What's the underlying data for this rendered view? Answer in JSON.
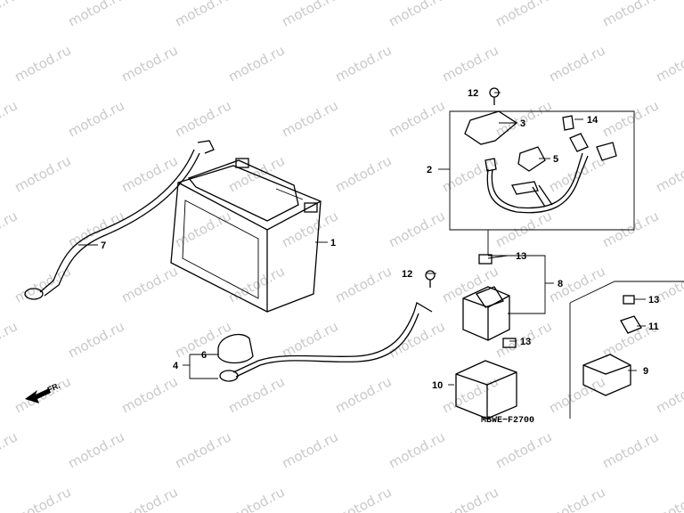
{
  "watermark": "motod.ru",
  "diagram_code": "MBWE−F2700",
  "front_marker": "FR.",
  "callouts": {
    "c1": "1",
    "c2": "2",
    "c3": "3",
    "c4": "4",
    "c5": "5",
    "c6": "6",
    "c7": "7",
    "c8": "8",
    "c9": "9",
    "c10": "10",
    "c11": "11",
    "c12a": "12",
    "c12b": "12",
    "c13a": "13",
    "c13b": "13",
    "c13c": "13",
    "c14": "14"
  }
}
